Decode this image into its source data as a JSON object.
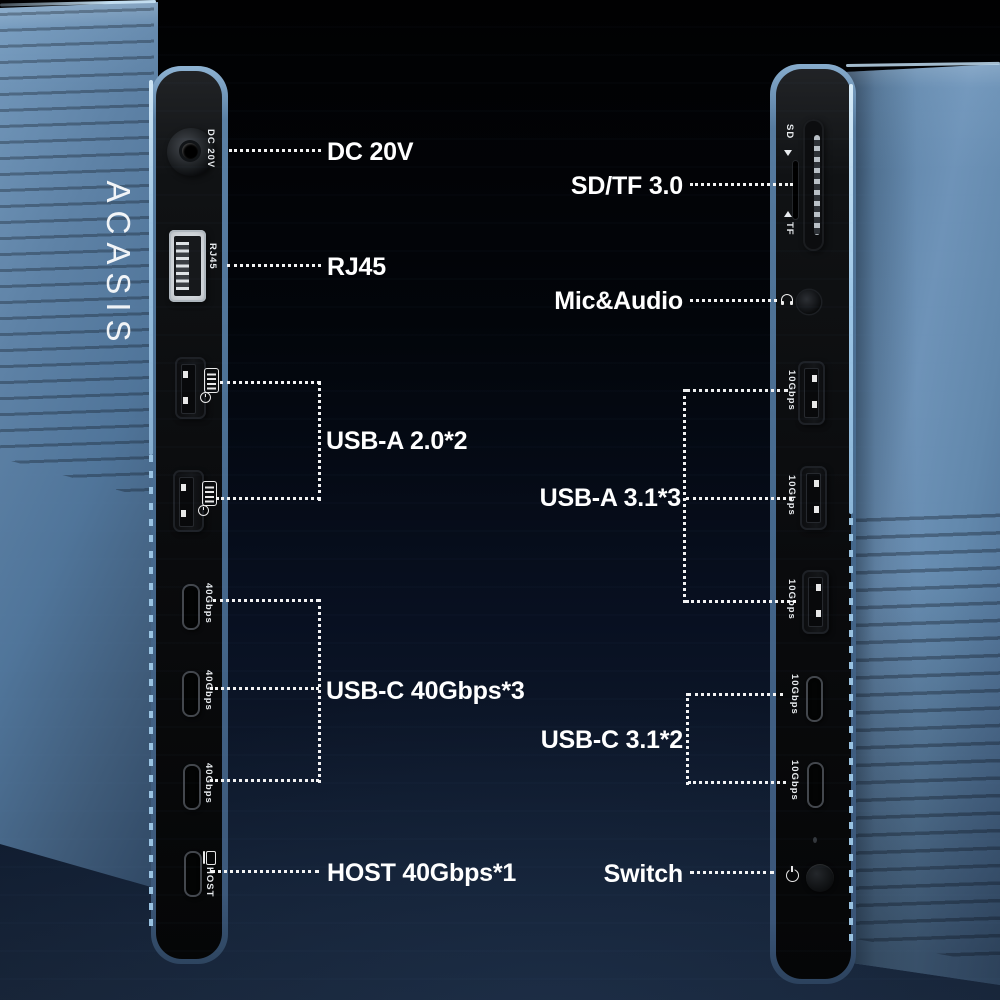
{
  "logo": "ACASIS",
  "left": {
    "markings": {
      "dc": "DC 20V",
      "rj45": "RJ45",
      "usbc1": "40Gbps",
      "usbc2": "40Gbps",
      "usbc3": "40Gbps",
      "host": "HOST"
    },
    "callouts": {
      "dc": "DC 20V",
      "rj45": "RJ45",
      "usba": "USB-A 2.0*2",
      "usbc": "USB-C 40Gbps*3",
      "host": "HOST 40Gbps*1"
    }
  },
  "right": {
    "markings": {
      "sd": "SD",
      "tf": "TF",
      "usba1": "10Gbps",
      "usba2": "10Gbps",
      "usba3": "10Gbps",
      "usbc1": "10Gbps",
      "usbc2": "10Gbps"
    },
    "callouts": {
      "sdtf": "SD/TF 3.0",
      "mic": "Mic&Audio",
      "usba": "USB-A 3.1*3",
      "usbc": "USB-C 3.1*2",
      "switch": "Switch"
    }
  },
  "icons": {
    "usb_peripheral": "keyboard-comb-icon",
    "usb_mouse": "mouse-icon",
    "host": "laptop-icon",
    "audio": "headphones-icon",
    "power": "power-icon",
    "sd_arrow": "triangle-down",
    "tf_arrow": "triangle-up"
  },
  "colors": {
    "background_top": "#000000",
    "background_bottom": "#162234",
    "body_blue": "#5a7da0",
    "body_blue_light": "#7ba2c6",
    "body_blue_dark": "#31455c",
    "panel_black": "#0a0b0d",
    "rim_blue": "#476a8e",
    "edge_highlight": "#a4cbe8",
    "label_text": "#ffffff",
    "leader_line": "#fafafa"
  }
}
